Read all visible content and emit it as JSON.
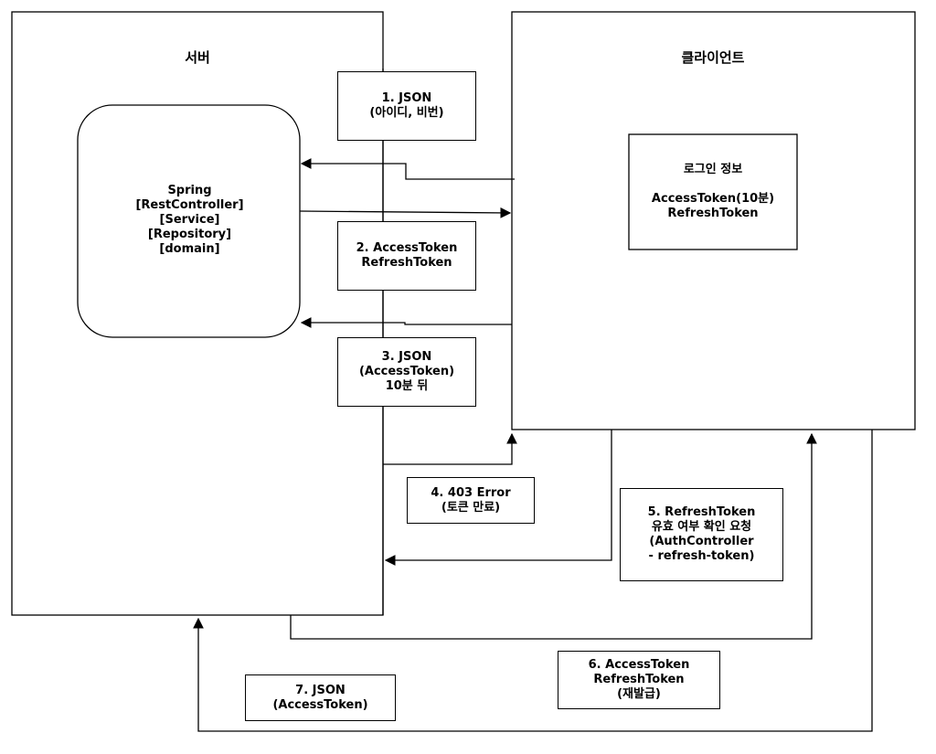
{
  "server": {
    "title": "서버",
    "spring": [
      "Spring",
      "[RestController]",
      "[Service]",
      "[Repository]",
      "[domain]"
    ]
  },
  "client": {
    "title": "클라이언트",
    "login_info": [
      "로그인 정보",
      "",
      "AccessToken(10분)",
      "RefreshToken"
    ]
  },
  "steps": {
    "s1": [
      "1. JSON",
      "(아이디, 비번)"
    ],
    "s2": [
      "2. AccessToken",
      "RefreshToken"
    ],
    "s3": [
      "3. JSON",
      "(AccessToken)",
      "10분 뒤"
    ],
    "s4": [
      "4. 403 Error",
      "(토큰 만료)"
    ],
    "s5": [
      "5. RefreshToken",
      "유효 여부 확인 요청",
      "(AuthController",
      "- refresh-token)"
    ],
    "s6": [
      "6. AccessToken",
      "RefreshToken",
      "(재발급)"
    ],
    "s7": [
      "7. JSON",
      "(AccessToken)"
    ]
  }
}
